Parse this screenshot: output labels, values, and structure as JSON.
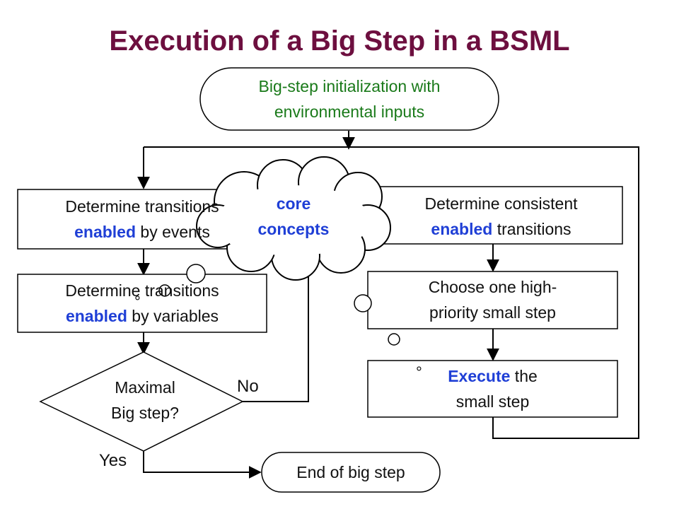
{
  "title": "Execution of a Big Step in a BSML",
  "nodes": {
    "init": {
      "line1": "Big-step initialization with",
      "line2": "environmental inputs"
    },
    "events": {
      "line1": "Determine transitions",
      "bold": "enabled",
      "rest": " by events"
    },
    "variables": {
      "line1": "Determine transitions",
      "bold": "enabled",
      "rest": " by variables"
    },
    "decision": {
      "line1": "Maximal",
      "line2": "Big step?"
    },
    "end": {
      "label": "End of big step"
    },
    "consistent": {
      "line1": "Determine consistent",
      "bold": "enabled",
      "rest": " transitions"
    },
    "choose": {
      "line1": "Choose one high-",
      "line2": "priority small step"
    },
    "execute": {
      "bold": "Execute",
      "rest": " the",
      "line2": "small step"
    },
    "cloud": {
      "line1": "core",
      "line2": "concepts"
    }
  },
  "edge_labels": {
    "no": "No",
    "yes": "Yes"
  },
  "colors": {
    "title": "#6d0f3f",
    "init_text": "#1a7a1a",
    "keyword": "#1f3fd6"
  }
}
